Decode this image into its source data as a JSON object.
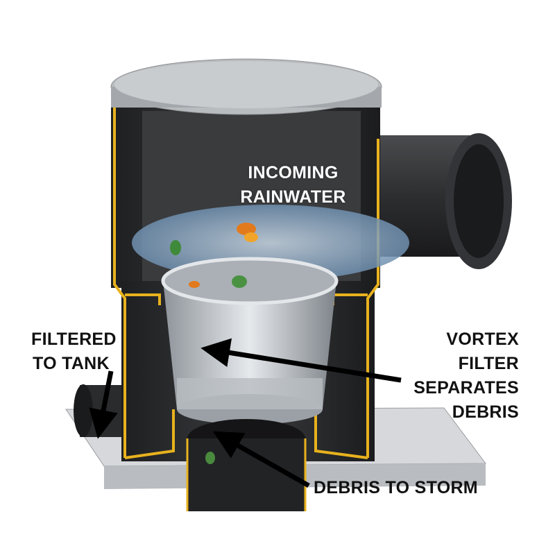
{
  "labels": {
    "incoming": [
      "INCOMING",
      "RAINWATER"
    ],
    "filtered": [
      "FILTERED",
      "TO TANK"
    ],
    "vortex": [
      "VORTEX FILTER",
      "SEPARATES",
      "DEBRIS"
    ],
    "debris": "DEBRIS TO STORM"
  },
  "colors": {
    "housing": "#2b2c2e",
    "accent": "#e8b21e",
    "lid": "#b9bcbf",
    "base": "#d8dadd",
    "arrow": "#000000"
  }
}
